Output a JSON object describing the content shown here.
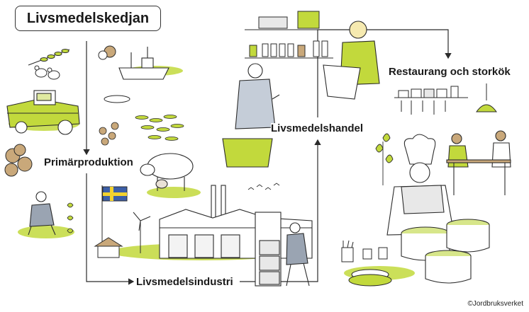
{
  "title": "Livsmedelskedjan",
  "stages": {
    "primary": "Primärproduktion",
    "industry": "Livsmedelsindustri",
    "trade": "Livsmedelshandel",
    "restaurant": "Restaurang och storkök"
  },
  "copyright": "©Jordbruksverket",
  "colors": {
    "green": "#c2d93c",
    "line": "#2b2b2b",
    "flag_blue": "#3c5fa8",
    "flag_yellow": "#f2d22e"
  },
  "icons": [
    "wheat-icon",
    "hens-icon",
    "combine-harvester-icon",
    "onion-icon",
    "fishing-boat-icon",
    "fish-school-icon",
    "cow-icon",
    "farmer-icon",
    "sweden-flag-icon",
    "wind-turbine-icon",
    "factory-icon",
    "forklift-icon",
    "shop-shelves-icon",
    "shopper-icon",
    "cashier-icon",
    "kitchen-shelf-icon",
    "pendant-lamp-icon",
    "chef-icon",
    "cooking-pots-icon",
    "diners-icon"
  ]
}
